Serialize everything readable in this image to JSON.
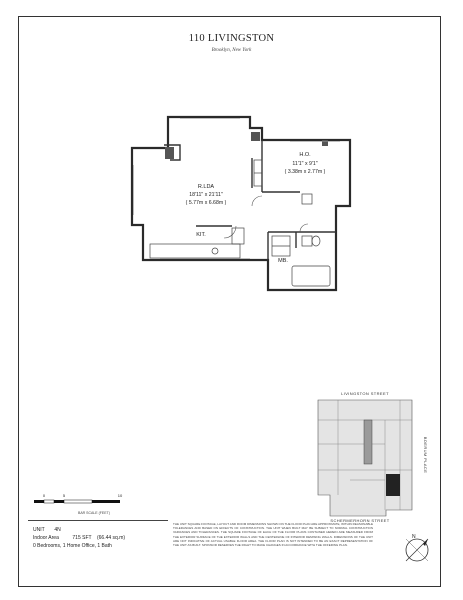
{
  "header": {
    "title": "110 LIVINGSTON",
    "subtitle": "Brooklyn, New York"
  },
  "rooms": {
    "living": {
      "label": "R.LDA",
      "dim_imperial": "18'11\" x 21'11\"",
      "dim_metric": "( 5.77m x 6.68m )"
    },
    "home_office": {
      "label": "H.O.",
      "dim_imperial": "11'1\" x 9'1\"",
      "dim_metric": "( 3.38m x 2.77m )"
    },
    "kitchen": {
      "label": "KIT."
    },
    "bath": {
      "label": "MB."
    }
  },
  "key_plan": {
    "street_north": "LIVINGSTON STREET",
    "street_east": "BOERUM PLACE",
    "street_south": "SCHERMERHORN STREET"
  },
  "scale": {
    "label": "BAR SCALE (FEET)",
    "ticks": [
      "0",
      "5",
      "10"
    ]
  },
  "unit_info": {
    "unit_label": "UNIT",
    "unit_value": "4N",
    "area_label": "Indoor Area",
    "area_value": "715 SFT",
    "area_metric": "(66.44 sq.m)",
    "summary": "0 Bedrooms, 1 Home Office, 1 Bath"
  },
  "disclaimer": "THE UNIT SQUARE FOOTAGE, LAYOUT AND ROOM DIMENSIONS SHOWN ON THE FLOOR PLAN ARE APPROXIMATE, WITHIN REASONABLE TOLERANCES AND BASED ON EFFECTS OF CONSTRUCTION. THE UNIT WHEN BUILT MAY BE SUBJECT TO NORMAL CONSTRUCTION VARIANCES AND TOLERANCES. THE SQUARE FOOTAGE OF EACH OF THE FLOOR PLANS CONTAINED HEREIN ARE MEASURED FROM THE EXTERIOR SURFACE OF THE EXTERIOR WALLS AND THE CENTERLINE OF INTERIOR DEMISING WALLS. DIMENSIONS OF THE UNIT ARE NOT INDICATIVE OF ACTUAL USABLE FLOOR AREA. THE FLOOR PLAN IS NOT INTENDED TO BE AN EXACT REPRESENTATION OF THE UNIT AS BUILT. SPONSOR RESERVES THE RIGHT TO MAKE CHANGES IN ACCORDANCE WITH THE OFFERING PLAN.",
  "compass": {
    "north": "N"
  }
}
